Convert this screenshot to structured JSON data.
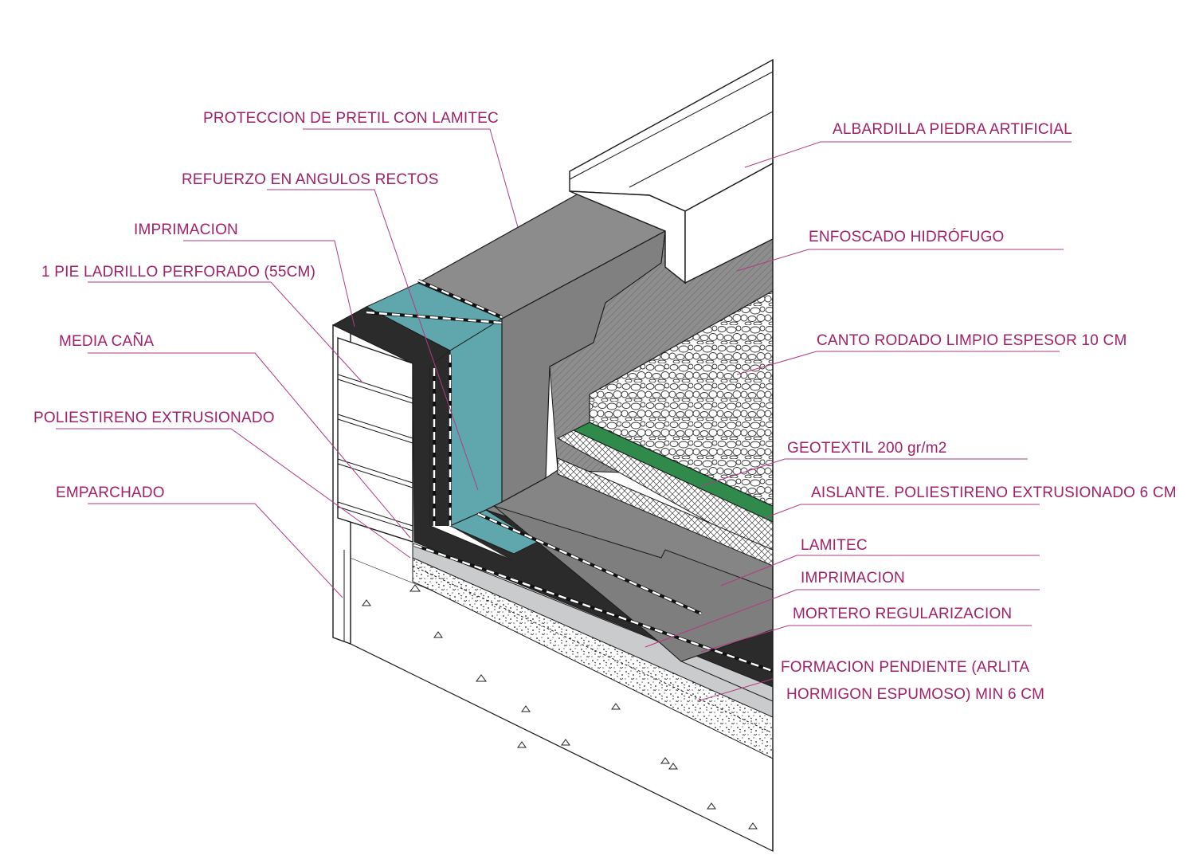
{
  "colors": {
    "label": "#a0206a",
    "leader": "#b23a86",
    "lamitec_gray": "#8c8c8c",
    "lamitec_dark": "#7a7a7a",
    "bitumen": "#2b2b2b",
    "reinforcement_teal": "#5fa7ad",
    "geotextile_green": "#2f8a4c",
    "mortar": "#c9cbcd",
    "concrete": "#ffffff"
  },
  "labels": {
    "proteccion_pretil": "PROTECCION DE PRETIL CON LAMITEC",
    "refuerzo": "REFUERZO EN ANGULOS RECTOS",
    "imprimacion_left": "IMPRIMACION",
    "ladrillo": "1 PIE LADRILLO PERFORADO (55CM)",
    "media_cana": "MEDIA CAÑA",
    "poliestireno": "POLIESTIRENO EXTRUSIONADO",
    "emparchado": "EMPARCHADO",
    "albardilla": "ALBARDILLA PIEDRA ARTIFICIAL",
    "enfoscado": "ENFOSCADO HIDRÓFUGO",
    "canto_rodado": "CANTO RODADO LIMPIO ESPESOR 10 CM",
    "geotextil": "GEOTEXTIL 200 gr/m2",
    "aislante": "AISLANTE. POLIESTIRENO EXTRUSIONADO 6 CM",
    "lamitec": "LAMITEC",
    "imprimacion_right": "IMPRIMACION",
    "mortero": "MORTERO REGULARIZACION",
    "formacion_1": "FORMACION PENDIENTE (ARLITA",
    "formacion_2": "HORMIGON ESPUMOSO) MIN 6 CM"
  }
}
